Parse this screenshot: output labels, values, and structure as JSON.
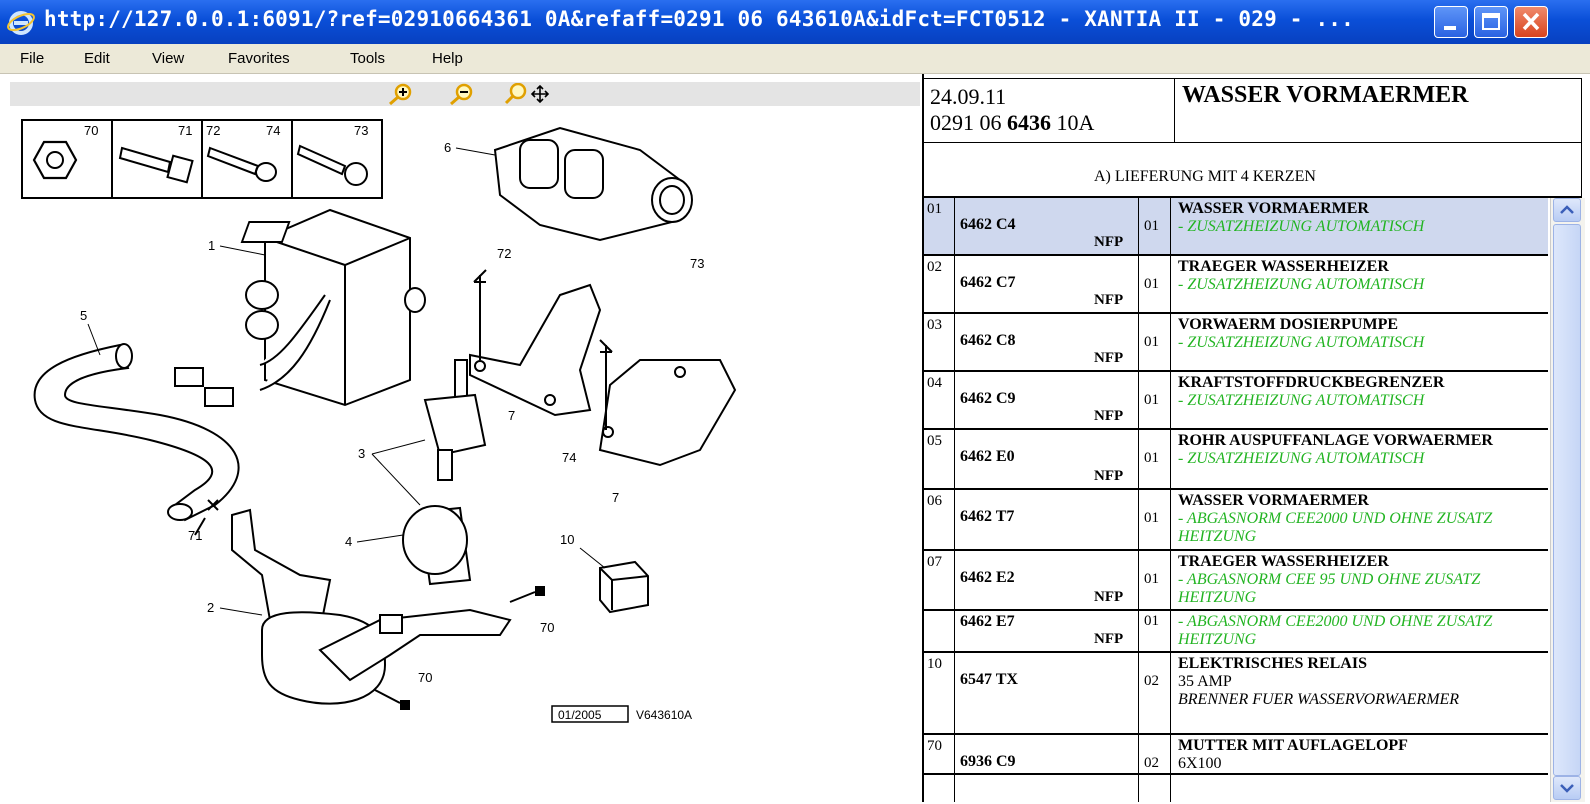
{
  "window": {
    "title": "http://127.0.0.1:6091/?ref=02910664361 0A&refaff=0291 06 643610A&idFct=FCT0512 - XANTIA II - 029 - ...",
    "buttons": {
      "minimize": "minimize",
      "maximize": "maximize",
      "close": "close"
    }
  },
  "menu": [
    "File",
    "Edit",
    "View",
    "Favorites",
    "Tools",
    "Help"
  ],
  "zoom": {
    "icons": [
      "zoom-in-icon",
      "zoom-out-icon",
      "zoom-pan-icon"
    ]
  },
  "diagram": {
    "labels": [
      "70",
      "71",
      "72",
      "74",
      "73",
      "6",
      "1",
      "5",
      "72",
      "73",
      "7",
      "74",
      "7",
      "3",
      "4",
      "71",
      "10",
      "2",
      "70",
      "70"
    ],
    "footer_code": "01/2005",
    "footer_ref": "V643610A"
  },
  "header": {
    "date": "24.09.11",
    "ref_prefix": "0291 06 ",
    "ref_bold": "6436",
    "ref_suffix": " 10A",
    "title": "WASSER VORMAERMER",
    "subheader": "A) LIEFERUNG MIT 4 KERZEN"
  },
  "rows": [
    {
      "no": "01",
      "ref": "6462 C4",
      "nfp": "NFP",
      "qty": "01",
      "title": "WASSER VORMAERMER",
      "green": [
        "- ZUSATZHEIZUNG AUTOMATISCH"
      ],
      "selected": true
    },
    {
      "no": "02",
      "ref": "6462 C7",
      "nfp": "NFP",
      "qty": "01",
      "title": "TRAEGER WASSERHEIZER",
      "green": [
        "- ZUSATZHEIZUNG AUTOMATISCH"
      ]
    },
    {
      "no": "03",
      "ref": "6462 C8",
      "nfp": "NFP",
      "qty": "01",
      "title": "VORWAERM DOSIERPUMPE",
      "green": [
        "- ZUSATZHEIZUNG AUTOMATISCH"
      ]
    },
    {
      "no": "04",
      "ref": "6462 C9",
      "nfp": "NFP",
      "qty": "01",
      "title": "KRAFTSTOFFDRUCKBEGRENZER",
      "green": [
        "- ZUSATZHEIZUNG AUTOMATISCH"
      ]
    },
    {
      "no": "05",
      "ref": "6462 E0",
      "nfp": "NFP",
      "qty": "01",
      "title": "ROHR AUSPUFFANLAGE VORWAERMER",
      "green": [
        "- ZUSATZHEIZUNG AUTOMATISCH"
      ]
    },
    {
      "no": "06",
      "ref": "6462 T7",
      "nfp": "",
      "qty": "01",
      "title": "WASSER VORMAERMER",
      "green": [
        "- ABGASNORM CEE2000 UND OHNE ZUSATZ HEITZUNG"
      ]
    },
    {
      "no": "07",
      "ref": "6462 E2",
      "nfp": "NFP",
      "qty": "01",
      "title": "TRAEGER WASSERHEIZER",
      "green": [
        "- ABGASNORM CEE 95 UND OHNE ZUSATZ HEITZUNG"
      ]
    },
    {
      "no": "",
      "ref": "6462 E7",
      "nfp": "NFP",
      "qty": "01",
      "title": "",
      "green": [
        "- ABGASNORM CEE2000 UND OHNE ZUSATZ HEITZUNG"
      ]
    },
    {
      "no": "10",
      "ref": "6547 TX",
      "nfp": "",
      "qty": "02",
      "title": "ELEKTRISCHES RELAIS",
      "plain": [
        "35 AMP"
      ],
      "italic": [
        "BRENNER FUER WASSERVORWAERMER"
      ]
    },
    {
      "no": "70",
      "ref": "6936 C9",
      "nfp": "",
      "qty": "02",
      "title": "MUTTER MIT AUFLAGELOPF",
      "plain": [
        "6X100"
      ]
    }
  ]
}
